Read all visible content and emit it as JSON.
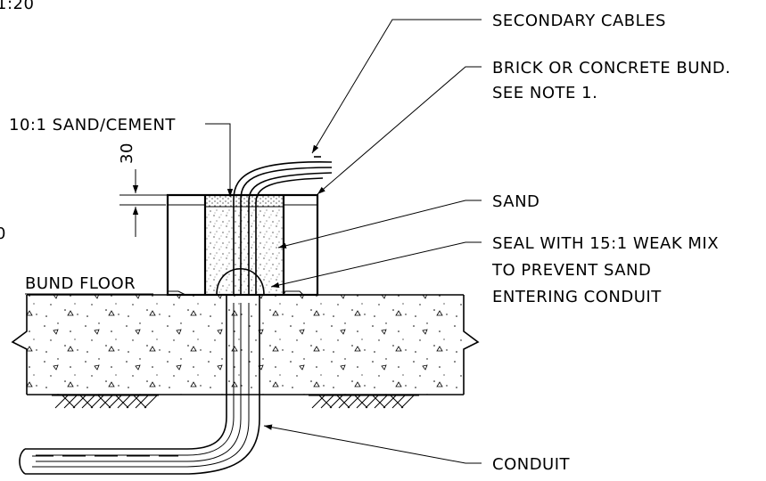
{
  "scale": "1:20",
  "dimension": "30",
  "left_edge_char": "0",
  "labels": {
    "secondary_cables": "SECONDARY CABLES",
    "bund_line1": "BRICK OR CONCRETE BUND.",
    "bund_line2": "SEE NOTE 1.",
    "sand_cement": "10:1 SAND/CEMENT",
    "sand": "SAND",
    "seal_line1": "SEAL WITH 15:1 WEAK MIX",
    "seal_line2": "TO PREVENT SAND",
    "seal_line3": "ENTERING CONDUIT",
    "bund_floor": "BUND FLOOR",
    "conduit": "CONDUIT"
  }
}
